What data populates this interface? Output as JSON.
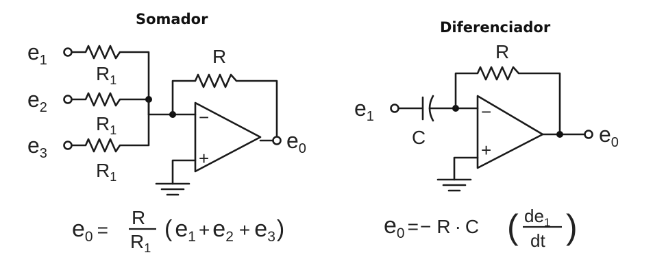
{
  "somador": {
    "title": "Somador",
    "inputs": [
      {
        "base": "e",
        "sub": "1"
      },
      {
        "base": "e",
        "sub": "2"
      },
      {
        "base": "e",
        "sub": "3"
      }
    ],
    "input_resistor": {
      "base": "R",
      "sub": "1"
    },
    "feedback_resistor": "R",
    "minus": "−",
    "plus": "+",
    "output": {
      "base": "e",
      "sub": "0"
    },
    "formula": {
      "lhs_base": "e",
      "lhs_sub": "0",
      "equals": "=",
      "frac_num": "R",
      "frac_den_base": "R",
      "frac_den_sub": "1",
      "open_paren": "(",
      "t1_base": "e",
      "t1_sub": "1",
      "op1": "+",
      "t2_base": "e",
      "t2_sub": "2",
      "op2": "+",
      "t3_base": "e",
      "t3_sub": "3",
      "close_paren": ")"
    }
  },
  "diferenciador": {
    "title": "Diferenciador",
    "input": {
      "base": "e",
      "sub": "1"
    },
    "capacitor": "C",
    "feedback_resistor": "R",
    "minus": "−",
    "plus": "+",
    "output": {
      "base": "e",
      "sub": "0"
    },
    "formula": {
      "lhs_base": "e",
      "lhs_sub": "0",
      "equals": "=",
      "minus": "−",
      "r": "R",
      "dot": "·",
      "c": "C",
      "open_paren": "(",
      "frac_num_base": "de",
      "frac_num_sub": "1",
      "frac_den": "dt",
      "close_paren": ")"
    }
  }
}
